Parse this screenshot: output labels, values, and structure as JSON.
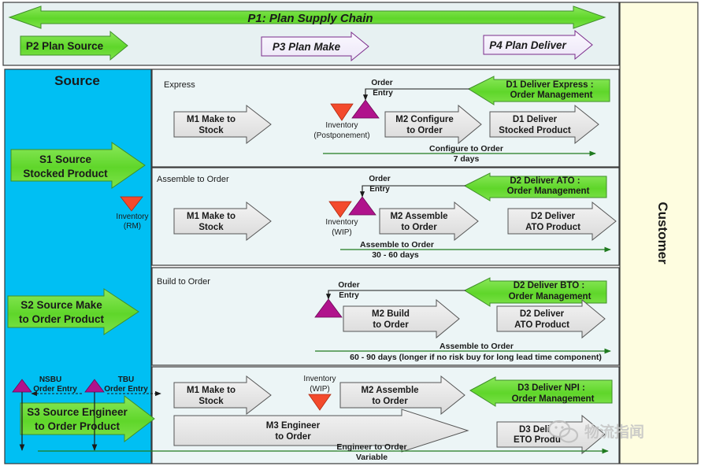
{
  "header": {
    "p1_label": "P1: Plan Supply Chain",
    "p2_label": "P2 Plan Source",
    "p3_label": "P3 Plan Make",
    "p4_label": "P4 Plan Deliver"
  },
  "customer_label": "Customer",
  "source_panel": {
    "title": "Source",
    "s1_line1": "S1 Source",
    "s1_line2": "Stocked Product",
    "s2_line1": "S2 Source Make",
    "s2_line2": "to Order Product",
    "s3_line1": "S3 Source Engineer",
    "s3_line2": "to Order Product",
    "inv_rm_line1": "Inventory",
    "inv_rm_line2": "(RM)",
    "nsbu_line1": "NSBU",
    "nsbu_line2": "Order Entry",
    "tbu_line1": "TBU",
    "tbu_line2": "Order Entry"
  },
  "express": {
    "title": "Express",
    "order_entry_line1": "Order",
    "order_entry_line2": "Entry",
    "d1_mgmt_line1": "D1 Deliver Express :",
    "d1_mgmt_line2": "Order Management",
    "m1_line1": "M1 Make to",
    "m1_line2": "Stock",
    "inv_line1": "Inventory",
    "inv_line2": "(Postponement)",
    "m2_line1": "M2 Configure",
    "m2_line2": "to Order",
    "d1_line1": "D1 Deliver",
    "d1_line2": "Stocked Product",
    "lead_line1": "Configure to Order",
    "lead_line2": "7 days"
  },
  "ato": {
    "title": "Assemble to Order",
    "order_entry_line1": "Order",
    "order_entry_line2": "Entry",
    "d2_mgmt_line1": "D2 Deliver ATO :",
    "d2_mgmt_line2": "Order Management",
    "m1_line1": "M1 Make to",
    "m1_line2": "Stock",
    "inv_line1": "Inventory",
    "inv_line2": "(WIP)",
    "m2_line1": "M2 Assemble",
    "m2_line2": "to Order",
    "d2_line1": "D2 Deliver",
    "d2_line2": "ATO Product",
    "lead_line1": "Assemble to Order",
    "lead_line2": "30 - 60 days"
  },
  "bto": {
    "title": "Build to Order",
    "order_entry_line1": "Order",
    "order_entry_line2": "Entry",
    "d2_mgmt_line1": "D2 Deliver BTO :",
    "d2_mgmt_line2": "Order Management",
    "m2_line1": "M2 Build",
    "m2_line2": "to Order",
    "d2_line1": "D2 Deliver",
    "d2_line2": "ATO Product",
    "lead_line1": "Assemble to Order",
    "lead_line2": "60 - 90 days (longer if no risk buy for long lead time component)"
  },
  "eto": {
    "m1_line1": "M1 Make to",
    "m1_line2": "Stock",
    "inv_line1": "Inventory",
    "inv_line2": "(WIP)",
    "m2_line1": "M2 Assemble",
    "m2_line2": "to Order",
    "d3_mgmt_line1": "D3 Deliver NPI :",
    "d3_mgmt_line2": "Order Management",
    "m3_line1": "M3 Engineer",
    "m3_line2": "to Order",
    "d3_line1": "D3 Deli",
    "d3_line2": "ETO Produ",
    "lead_line1": "Engineer to Order",
    "lead_line2": "Variable"
  },
  "watermark": "物流指闻",
  "colors": {
    "header_bg": "#e7f1f2",
    "source_bg": "#00bff3",
    "lane_bg": "#ecf5f6",
    "customer_bg": "#fefde0",
    "green_arrow": "#66dd33",
    "grey_arrow": "#e4e4e4",
    "plan_arrow": "#f6f2ff",
    "magenta": "#b0138c",
    "red": "#f34a2c",
    "lead_green": "#1f7a1f"
  }
}
